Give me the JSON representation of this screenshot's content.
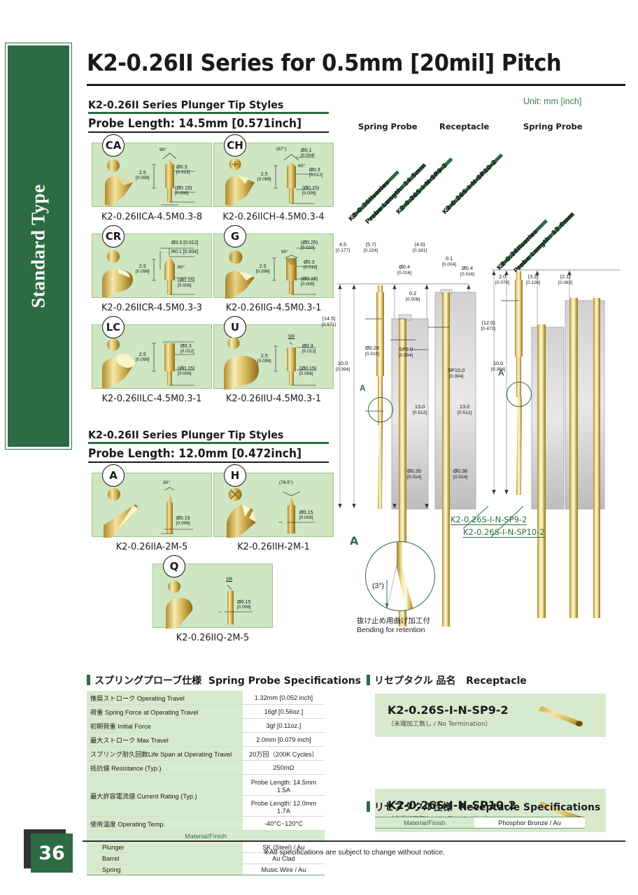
{
  "side_tab": {
    "label": "Standard Type"
  },
  "header": {
    "title": "K2-0.26II Series for 0.5mm [20mil] Pitch",
    "unit_note": "Unit: mm [inch]"
  },
  "section_1": {
    "heading": "K2-0.26II Series Plunger Tip Styles",
    "subheading": "Probe Length: 14.5mm [0.571inch]",
    "cards": [
      {
        "badge": "CA",
        "part_no": "K2-0.26IICA-4.5M0.3-8",
        "angle": "90°",
        "dims": [
          "2.5\n[0.098]",
          "Ø0.3\n[0.012]",
          "(Ø0.15)\n[0.006]"
        ]
      },
      {
        "badge": "CH",
        "part_no": "K2-0.26IICH-4.5M0.3-4",
        "angle": "(67°)",
        "angle2": "60°",
        "dims": [
          "2.5\n[0.098]",
          "Ø0.1\n[0.004]",
          "Ø0.3\n[0.012]",
          "(Ø0.15)\n[0.006]"
        ]
      },
      {
        "badge": "CR",
        "part_no": "K2-0.26IICR-4.5M0.3-3",
        "angle": "60°",
        "dims": [
          "2.5\n[0.098]",
          "Ø0.3 [0.012]",
          "R0.1 [0.004]",
          "(Ø0.15)\n[0.006]"
        ]
      },
      {
        "badge": "G",
        "part_no": "K2-0.26IIG-4.5M0.3-1",
        "angle": "90°",
        "dims": [
          "2.5\n[0.098]",
          "(Ø0.25)\n[0.010]",
          "Ø0.3\n[0.012]",
          "(Ø0.15)\n[0.006]"
        ]
      },
      {
        "badge": "LC",
        "part_no": "K2-0.26IILC-4.5M0.3-1",
        "angle": "",
        "dims": [
          "2.5\n[0.098]",
          "Ø0.3\n[0.012]",
          "(Ø0.15)\n[0.006]"
        ]
      },
      {
        "badge": "U",
        "part_no": "K2-0.26IIU-4.5M0.3-1",
        "angle": "SR",
        "dims": [
          "2.5\n[0.098]",
          "Ø0.3\n[0.012]",
          "(Ø0.15)\n[0.006]"
        ]
      }
    ]
  },
  "section_2": {
    "heading": "K2-0.26II Series Plunger Tip Styles",
    "subheading": "Probe Length: 12.0mm [0.472inch]",
    "cards": [
      {
        "badge": "A",
        "part_no": "K2-0.26IIA-2M-5",
        "angle": "30°",
        "dims": [
          "Ø0.15\n[0.006]"
        ]
      },
      {
        "badge": "H",
        "part_no": "K2-0.26IIH-2M-1",
        "angle": "(78.5°)",
        "dims": [
          "Ø0.15\n[0.006]"
        ]
      },
      {
        "badge": "Q",
        "part_no": "K2-0.26IIQ-2M-5",
        "angle": "SR",
        "dims": [
          "Ø0.15\n[0.006]"
        ]
      }
    ]
  },
  "drawing": {
    "column_titles": [
      "Spring Probe",
      "Receptacle",
      "Spring Probe"
    ],
    "diagonal_labels": [
      "K2-0.26IIseries",
      "Probe Length: 14.5mm",
      "K2-0.26S-I-N-SP9-2",
      "K2-0.26S-I-N-SP10-2",
      "K2-0.26IIseries",
      "Probe Length: 12.0mm"
    ],
    "dimensions_left": [
      {
        "value": "4.5",
        "inch": "[0.177]"
      },
      {
        "value": "(5.7)",
        "inch": "[0.224]"
      },
      {
        "value": "(4.6)",
        "inch": "[0.181]"
      },
      {
        "value": "0.1",
        "inch": "[0.004]"
      },
      {
        "value": "Ø0.4",
        "inch": "[0.016]"
      },
      {
        "value": "Ø0.4",
        "inch": "[0.016]"
      },
      {
        "value": "0.2",
        "inch": "[0.008]"
      },
      {
        "value": "(14.5)",
        "inch": "[0.571]"
      },
      {
        "value": "Ø0.26",
        "inch": "[0.010]"
      },
      {
        "value": "SP9.0",
        "inch": "[0.354]"
      },
      {
        "value": "SP10.0",
        "inch": "[0.394]"
      },
      {
        "value": "10.0",
        "inch": "[0.394]"
      },
      {
        "value": "13.0",
        "inch": "[0.512]"
      },
      {
        "value": "13.0",
        "inch": "[0.512]"
      },
      {
        "value": "Ø0.35",
        "inch": "[0.014]"
      },
      {
        "value": "Ø0.36",
        "inch": "[0.014]"
      }
    ],
    "dimensions_right": [
      {
        "value": "2.0",
        "inch": "[0.079]"
      },
      {
        "value": "(3.2)",
        "inch": "[0.126]"
      },
      {
        "value": "(2.1)",
        "inch": "[0.083]"
      },
      {
        "value": "(12.0)",
        "inch": "[0.472]"
      },
      {
        "value": "10.0",
        "inch": "[0.394]"
      }
    ],
    "part_numbers": [
      "K2-0.26S-I-N-SP9-2",
      "K2-0.26S-I-N-SP10-2"
    ],
    "detail": {
      "marker": "A",
      "angle": "(3°)",
      "caption_jp": "抜け止め用曲げ加工付",
      "caption_en": "Bending for retention"
    }
  },
  "spring_spec": {
    "title_jp": "スプリングプローブ仕様",
    "title_en": "Spring Probe Specifications",
    "rows": [
      {
        "jp": "推奨ストローク",
        "en": "Operating Travel",
        "value": "1.32mm [0.052 inch]"
      },
      {
        "jp": "荷重",
        "en": "Spring Force at Operating Travel",
        "value": "16gf [0.56oz.]"
      },
      {
        "jp": "初期荷重",
        "en": "Initial Force",
        "value": "3gf [0.11oz.]"
      },
      {
        "jp": "最大ストローク",
        "en": "Max Travel",
        "value": "2.0mm [0.079 inch]"
      },
      {
        "jp": "スプリング耐久回数",
        "en": "Life Span at Operating Travel",
        "value": "20万回（200K Cycles）"
      },
      {
        "jp": "抵抗値",
        "en": "Resistance (Typ.)",
        "value": "250mΩ"
      }
    ],
    "current_rating": {
      "jp": "最大許容電流値",
      "en": "Current Rating (Typ.)",
      "values": [
        "Probe Length: 14.5mm　1.5A",
        "Probe Length: 12.0mm　1.7A"
      ]
    },
    "temp": {
      "jp": "使用温度",
      "en": "Operating Temp.",
      "value": "-40°C~120°C"
    },
    "material_header": "Material/Finish",
    "materials": [
      {
        "label": "Plunger",
        "value": "SK (Steel) / Au"
      },
      {
        "label": "Barrel",
        "value": "Au Clad"
      },
      {
        "label": "Spring",
        "value": "Music Wire / Au"
      }
    ]
  },
  "receptacle": {
    "title_jp": "リセプタクル 品名",
    "title_en": "Receptacle",
    "cards": [
      {
        "part_no": "K2-0.26S-I-N-SP9-2",
        "note": "（末端加工無し / No Termination）"
      },
      {
        "part_no": "K2-0.26S-I-N-SP10-2",
        "note": "（末端加工無し / No Termination）"
      }
    ],
    "spec_title_jp": "リセプタクル仕様",
    "spec_title_en": "Receptacle Specifications",
    "spec_row": {
      "label": "Material/Finish",
      "value": "Phosphor Bronze / Au"
    }
  },
  "footer": {
    "page_number": "36",
    "note": "※All specifications are subject to change without notice."
  },
  "colors": {
    "brand_green": "#2d6b43",
    "card_green": "#cfe6c3",
    "table_green": "#d8eace"
  }
}
